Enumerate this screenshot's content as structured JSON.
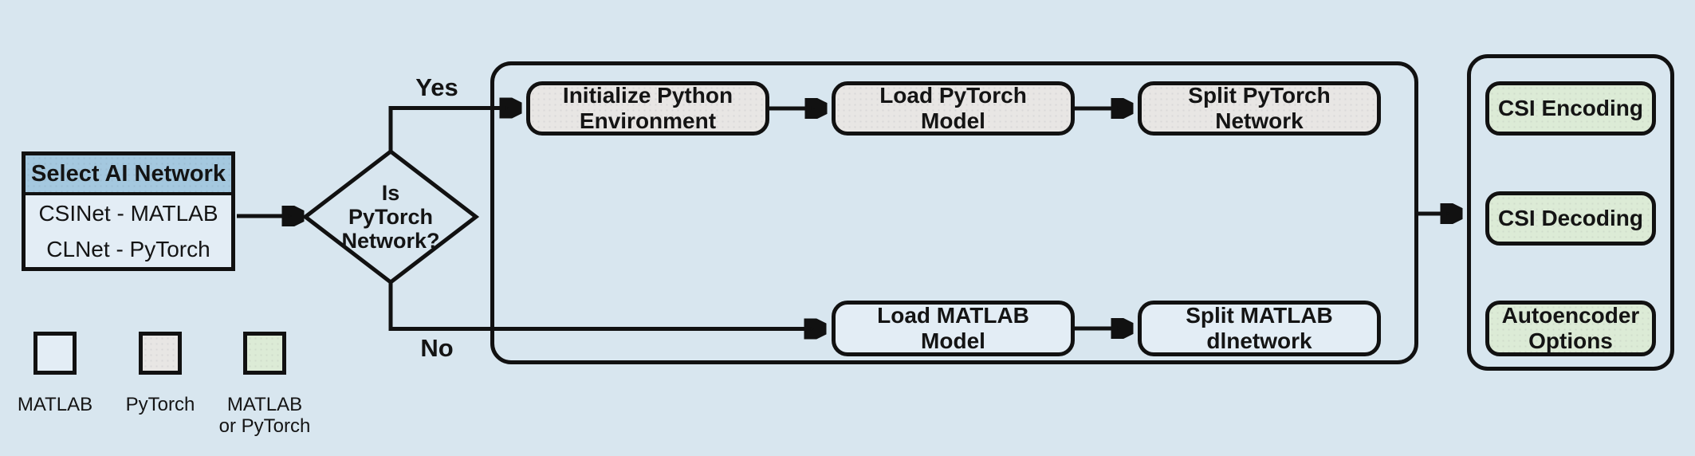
{
  "select_network": {
    "title": "Select AI Network",
    "options": [
      "CSINet - MATLAB",
      "CLNet - PyTorch"
    ]
  },
  "decision": {
    "question": "Is\nPyTorch\nNetwork?",
    "yes_label": "Yes",
    "no_label": "No"
  },
  "pytorch_branch": {
    "steps": [
      "Initialize Python\nEnvironment",
      "Load PyTorch\nModel",
      "Split PyTorch\nNetwork"
    ]
  },
  "matlab_branch": {
    "steps": [
      "Load MATLAB\nModel",
      "Split MATLAB\ndlnetwork"
    ]
  },
  "outputs": [
    "CSI Encoding",
    "CSI Decoding",
    "Autoencoder\nOptions"
  ],
  "legend": [
    {
      "label": "MATLAB",
      "color": "#e3edf5"
    },
    {
      "label": "PyTorch",
      "color": "#e8e6e4"
    },
    {
      "label": "MATLAB\nor PyTorch",
      "color": "#dcebd6"
    }
  ],
  "colors": {
    "background": "#d8e6ef",
    "header_blue": "#a4c8df",
    "matlab_fill": "#e3edf5",
    "pytorch_fill": "#e8e6e4",
    "green_fill": "#dcebd6",
    "line": "#111111"
  }
}
